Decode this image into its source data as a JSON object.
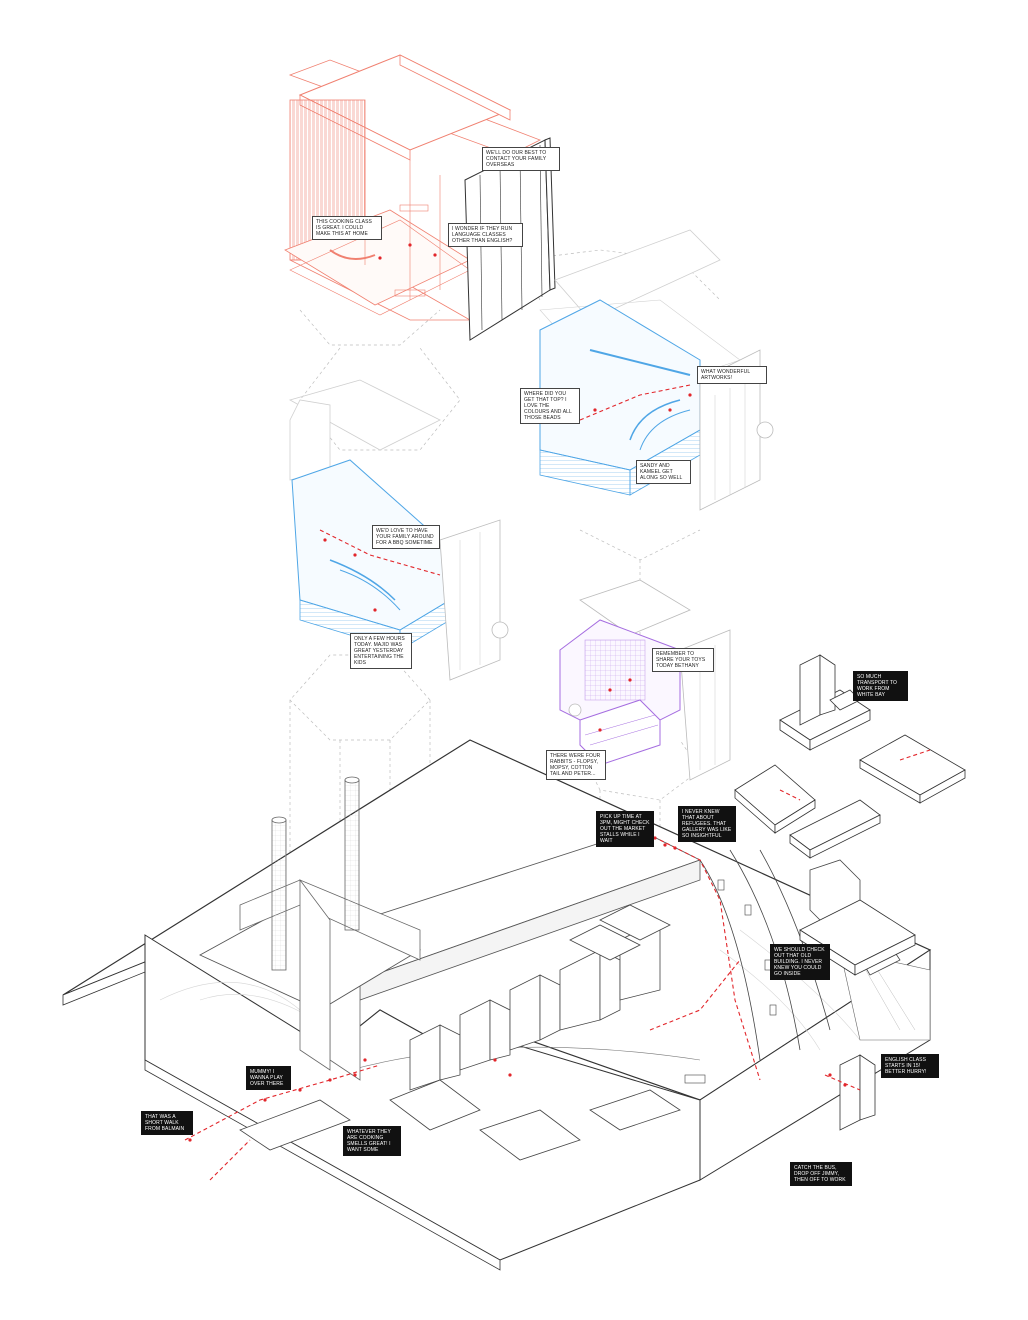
{
  "colors": {
    "outline": "#3a3a3a",
    "light_outline": "#b9b9b9",
    "accent_red": "#e2262b",
    "orange": "#f08070",
    "blue": "#4fa6e6",
    "purple": "#a56de0",
    "dashed_guide": "#b8b8b8"
  },
  "callouts": {
    "upper_orange_family": "WE'LL DO OUR BEST TO CONTACT YOUR FAMILY OVERSEAS",
    "upper_orange_cooking": "THIS COOKING CLASS IS GREAT. I COULD MAKE THIS AT HOME",
    "upper_orange_language": "I WONDER IF THEY RUN LANGUAGE CLASSES OTHER THAN ENGLISH?",
    "blue_right_artworks": "WHAT WONDERFUL ARTWORKS!",
    "blue_right_top": "WHERE DID YOU GET THAT TOP? I LOVE THE COLOURS AND ALL THOSE BEADS",
    "blue_right_sandy": "SANDY AND KAMEEL GET ALONG SO WELL",
    "blue_left_bbq": "WE'D LOVE TO HAVE YOUR FAMILY AROUND FOR A BBQ SOMETIME",
    "blue_left_hours": "ONLY A FEW HOURS TODAY. MAJID WAS GREAT YESTERDAY ENTERTAINING THE KIDS",
    "purple_toys": "REMEMBER TO SHARE YOUR TOYS TODAY BETHANY",
    "purple_rabbits": "THERE WERE FOUR RABBITS - FLOPSY, MOPSY, COTTON TAIL AND PETER...",
    "right_transport": "SO MUCH TRANSPORT TO WORK FROM WHITE BAY",
    "market": "PICK UP TIME AT 3PM, MIGHT CHECK OUT THE MARKET STALLS WHILE I WAIT",
    "refugees": "I NEVER KNEW THAT ABOUT REFUGEES. THAT GALLERY WAS LIKE SO INSIGHTFUL",
    "old_buildings": "WE SHOULD CHECK OUT THAT OLD BUILDING. I NEVER KNEW YOU COULD GO INSIDE",
    "english_class": "ENGLISH CLASS STARTS IN 15! BETTER HURRY!",
    "bus": "CATCH THE BUS, DROP OFF JIMMY, THEN OFF TO WORK",
    "mummy": "MUMMY! I WANNA PLAY OVER THERE",
    "short_walk": "THAT WAS A SHORT WALK FROM BALMAIN",
    "cooking_smells": "WHATEVER THEY ARE COOKING SMELLS GREAT! I WANT SOME"
  }
}
